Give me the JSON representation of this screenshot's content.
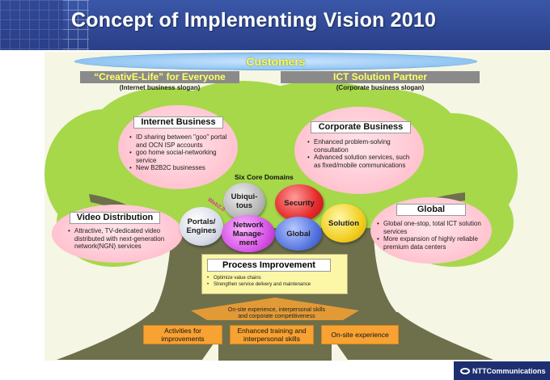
{
  "title": "Concept of Implementing Vision 2010",
  "customers": "Customers",
  "slogans": {
    "left": {
      "label": "“CreativE-Life” for Everyone",
      "sub": "(Internet business slogan)"
    },
    "right": {
      "label": "ICT Solution Partner",
      "sub": "(Corporate business slogan)"
    }
  },
  "internet_business": {
    "title": "Internet Business",
    "items": [
      "ID sharing between \"goo\" portal and OCN ISP accounts",
      "goo home social-networking service",
      "New B2B2C businesses"
    ]
  },
  "corporate_business": {
    "title": "Corporate Business",
    "items": [
      "Enhanced problem-solving consultation",
      "Advanced solution services, such as fixed/mobile communications"
    ]
  },
  "video_distribution": {
    "title": "Video Distribution",
    "items": [
      "Attractive, TV-dedicated video distributed with next-generation network(NGN) services"
    ]
  },
  "global_box": {
    "title": "Global",
    "items": [
      "Global one-stop, total ICT solution services",
      "More expansion of highly reliable  premium data centers"
    ]
  },
  "core_domains": {
    "label": "Six Core Domains",
    "web20": "Web2.0",
    "ubiquitous": "Ubiqui-\ntous",
    "security": "Security",
    "portals": "Portals/\nEngines",
    "network": "Network\nManage-\nment",
    "global": "Global",
    "solution": "Solution"
  },
  "process": {
    "title": "Process Improvement",
    "items": [
      "Optimize value chains",
      "Strengthen service delivery and maintenance"
    ]
  },
  "onsite_text": [
    "On-site experience, interpersonal skills",
    "and corporate competitiveness"
  ],
  "roots": {
    "activities": "Activities for\nimprovements",
    "training": "Enhanced training and\ninterpersonal skills",
    "experience": "On-site experience"
  },
  "logo": "NTTCommunications",
  "colors": {
    "header": "#2a3f88",
    "tree_green": "#a6d84a",
    "trunk": "#6e6f4b",
    "pink": "#ffc6d2",
    "orange": "#f7a233"
  }
}
